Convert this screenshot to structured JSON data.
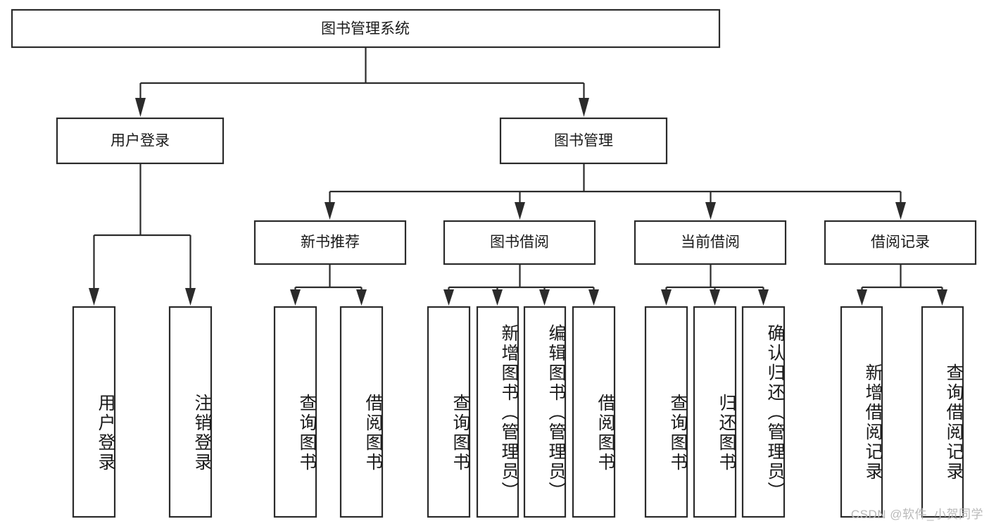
{
  "diagram": {
    "title": "图书管理系统",
    "type": "tree-hierarchy-diagram",
    "root": {
      "id": "root",
      "label": "图书管理系统"
    },
    "level2": [
      {
        "id": "user-login",
        "label": "用户登录"
      },
      {
        "id": "book-management",
        "label": "图书管理"
      }
    ],
    "level3": [
      {
        "id": "new-book-recommend",
        "label": "新书推荐",
        "parent": "book-management"
      },
      {
        "id": "book-borrow",
        "label": "图书借阅",
        "parent": "book-management"
      },
      {
        "id": "current-borrow",
        "label": "当前借阅",
        "parent": "book-management"
      },
      {
        "id": "borrow-record",
        "label": "借阅记录",
        "parent": "book-management"
      }
    ],
    "leaves": {
      "user-login": [
        {
          "id": "leaf-user-login",
          "label": "用户登录"
        },
        {
          "id": "leaf-logout-login",
          "label": "注销登录"
        }
      ],
      "new-book-recommend": [
        {
          "id": "leaf-query-book-1",
          "label": "查询图书"
        },
        {
          "id": "leaf-borrow-book-1",
          "label": "借阅图书"
        }
      ],
      "book-borrow": [
        {
          "id": "leaf-query-book-2",
          "label": "查询图书"
        },
        {
          "id": "leaf-add-book",
          "label": "新增图书（管理员）"
        },
        {
          "id": "leaf-edit-book",
          "label": "编辑图书（管理员）"
        },
        {
          "id": "leaf-borrow-book-2",
          "label": "借阅图书"
        }
      ],
      "current-borrow": [
        {
          "id": "leaf-query-book-3",
          "label": "查询图书"
        },
        {
          "id": "leaf-return-book",
          "label": "归还图书"
        },
        {
          "id": "leaf-confirm-return",
          "label": "确认归还（管理员）"
        }
      ],
      "borrow-record": [
        {
          "id": "leaf-add-record",
          "label": "新增借阅记录"
        },
        {
          "id": "leaf-query-record",
          "label": "查询借阅记录"
        }
      ]
    },
    "colors": {
      "stroke": "#2b2b2b",
      "fill": "#ffffff",
      "text": "#1a1a1a",
      "watermark": "#b9b9b9",
      "background": "#ffffff"
    }
  },
  "watermark": {
    "text": "CSDN @软件_小贺同学"
  }
}
